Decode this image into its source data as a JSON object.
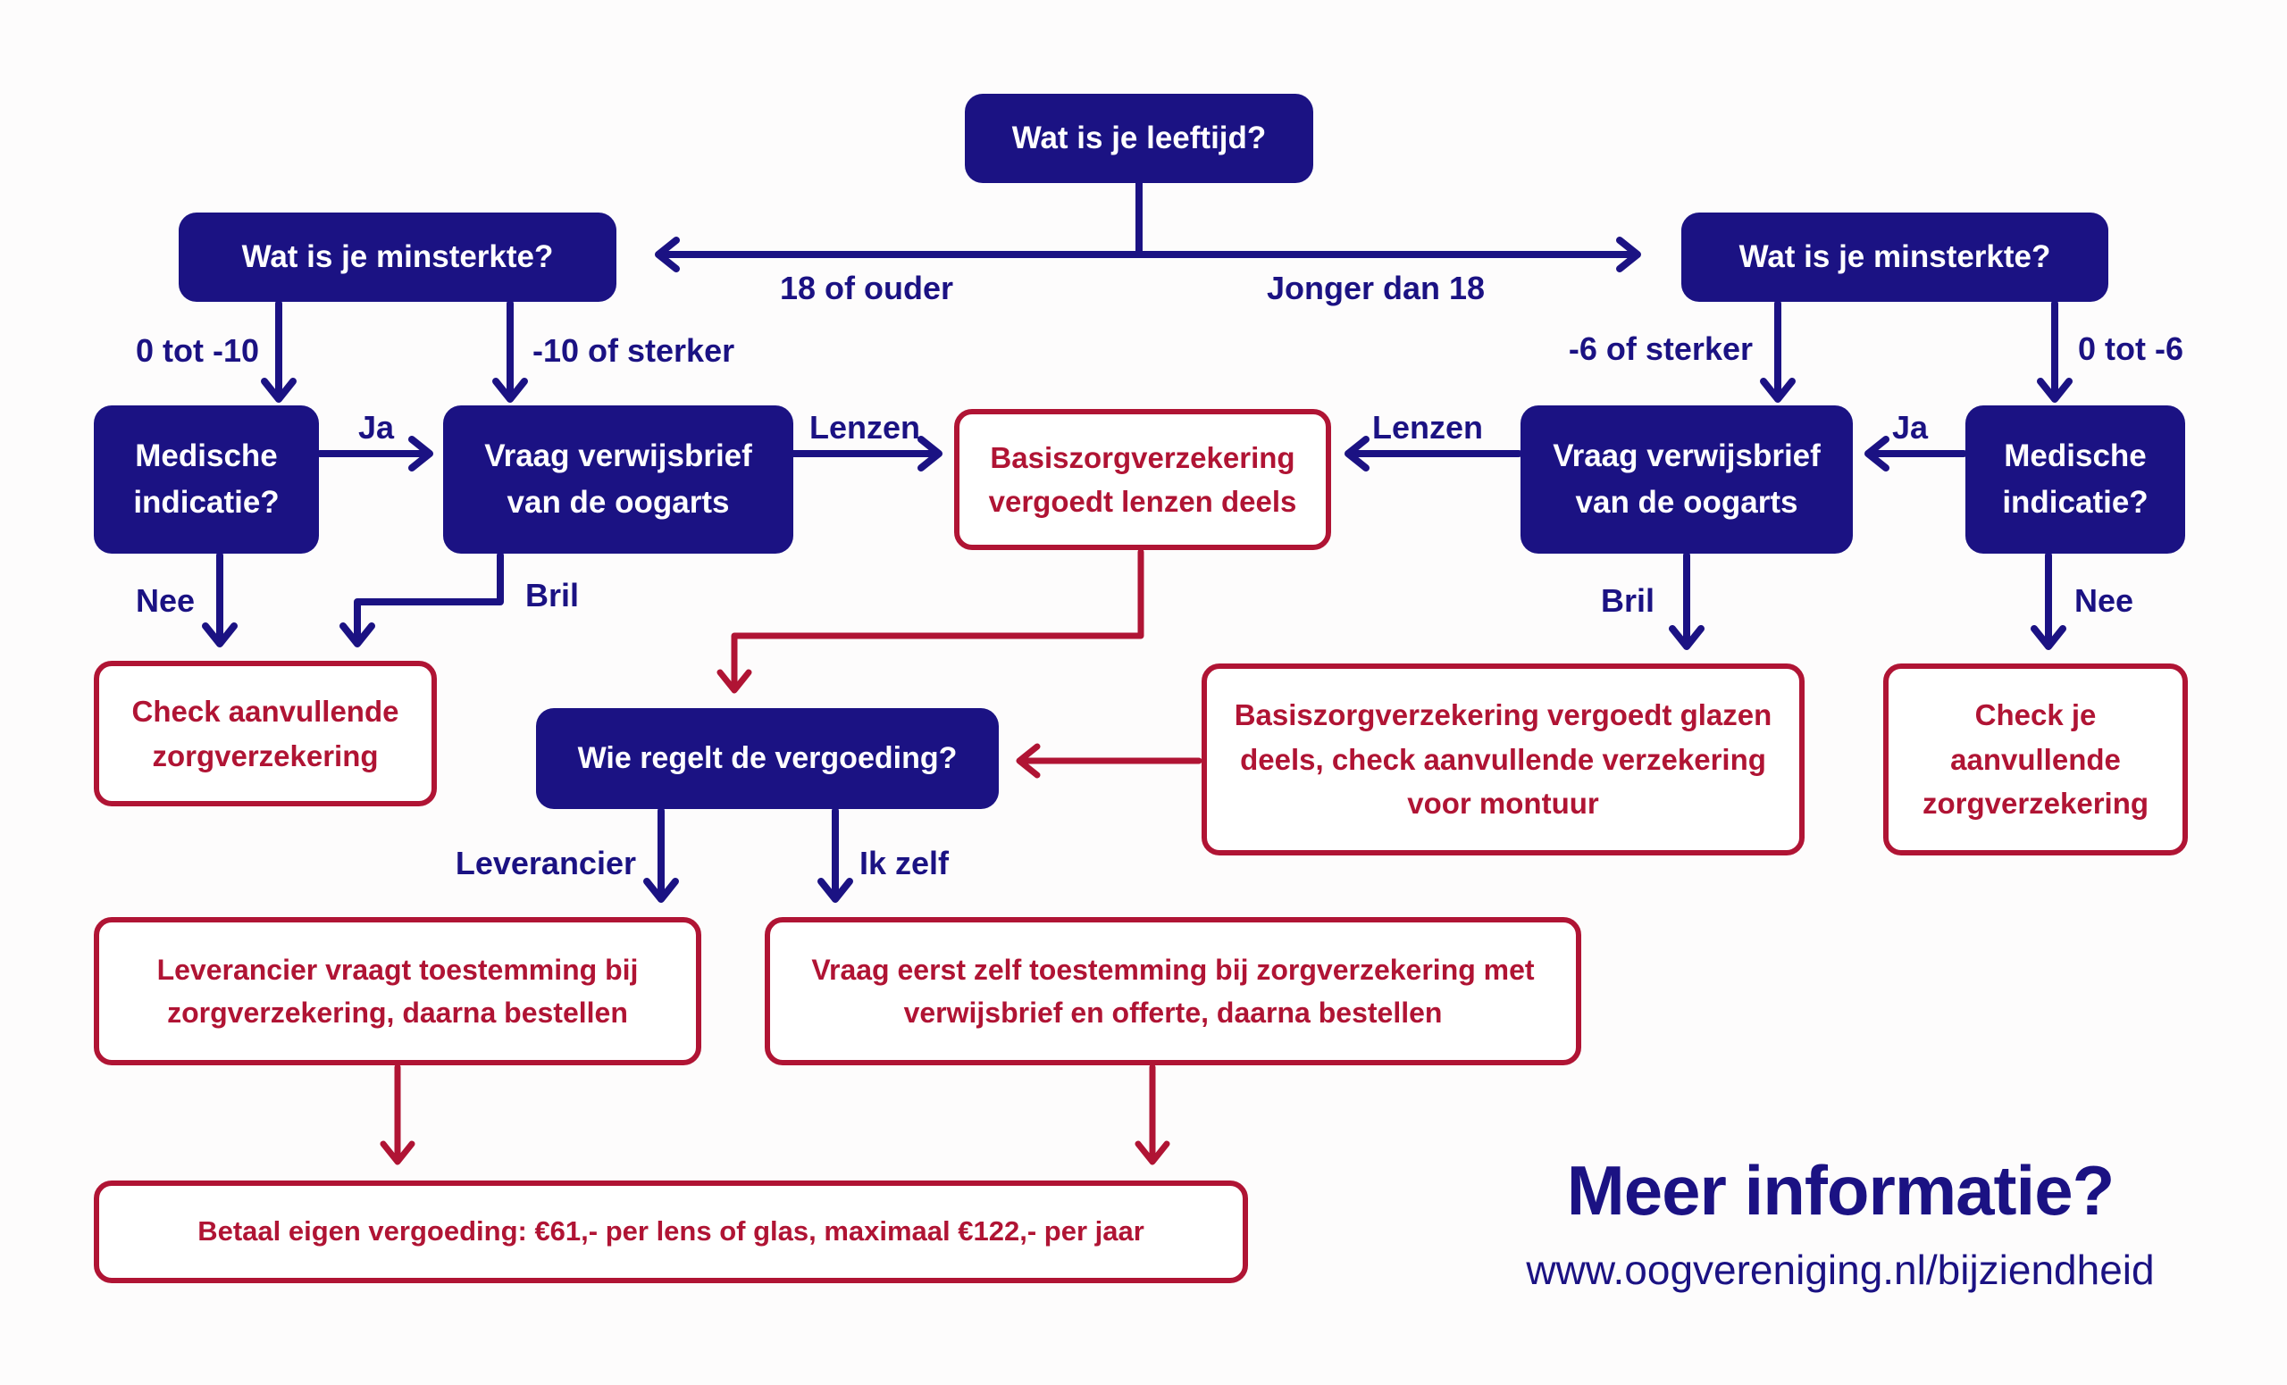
{
  "colors": {
    "blue": "#1b1283",
    "red": "#b01434",
    "background": "#fdfcfc"
  },
  "nodes": {
    "leeftijd": {
      "label": "Wat is je leeftijd?"
    },
    "minsterkte_links": {
      "label": "Wat is je minsterkte?"
    },
    "minsterkte_rechts": {
      "label": "Wat is je minsterkte?"
    },
    "medische_links": {
      "label": "Medische indicatie?"
    },
    "verwijsbrief_links": {
      "label": "Vraag verwijsbrief van de oogarts"
    },
    "basiszorg_lenzen": {
      "label": "Basiszorgverzekering vergoedt lenzen deels"
    },
    "verwijsbrief_rechts": {
      "label": "Vraag verwijsbrief van de oogarts"
    },
    "medische_rechts": {
      "label": "Medische indicatie?"
    },
    "check_aanvullende_links": {
      "label": "Check aanvullende zorgverzekering"
    },
    "wie_regelt": {
      "label": "Wie regelt de vergoeding?"
    },
    "basiszorg_glazen": {
      "label": "Basiszorgverzekering vergoedt glazen deels, check aanvullende verzekering voor montuur"
    },
    "check_aanvullende_rechts": {
      "label": "Check je aanvullende zorgverzekering"
    },
    "leverancier_vraagt": {
      "label": "Leverancier vraagt toestemming bij zorgverzekering, daarna bestellen"
    },
    "vraag_eerst_zelf": {
      "label": "Vraag eerst zelf toestemming bij zorgverzekering met verwijsbrief en offerte, daarna bestellen"
    },
    "betaal_eigen": {
      "label": "Betaal eigen vergoeding: €61,- per lens of glas, maximaal €122,- per jaar"
    }
  },
  "edge_labels": {
    "ouder": "18 of ouder",
    "jonger": "Jonger dan 18",
    "nul_tot_min10": "0 tot -10",
    "min10_of_sterker": "-10 of sterker",
    "min6_of_sterker": "-6 of sterker",
    "nul_tot_min6": "0 tot -6",
    "ja_links": "Ja",
    "lenzen_links": "Lenzen",
    "lenzen_rechts": "Lenzen",
    "ja_rechts": "Ja",
    "nee_links": "Nee",
    "bril_links": "Bril",
    "bril_rechts": "Bril",
    "nee_rechts": "Nee",
    "leverancier": "Leverancier",
    "ik_zelf": "Ik zelf"
  },
  "footer": {
    "heading": "Meer informatie?",
    "url": "www.oogvereniging.nl/bijziendheid"
  }
}
